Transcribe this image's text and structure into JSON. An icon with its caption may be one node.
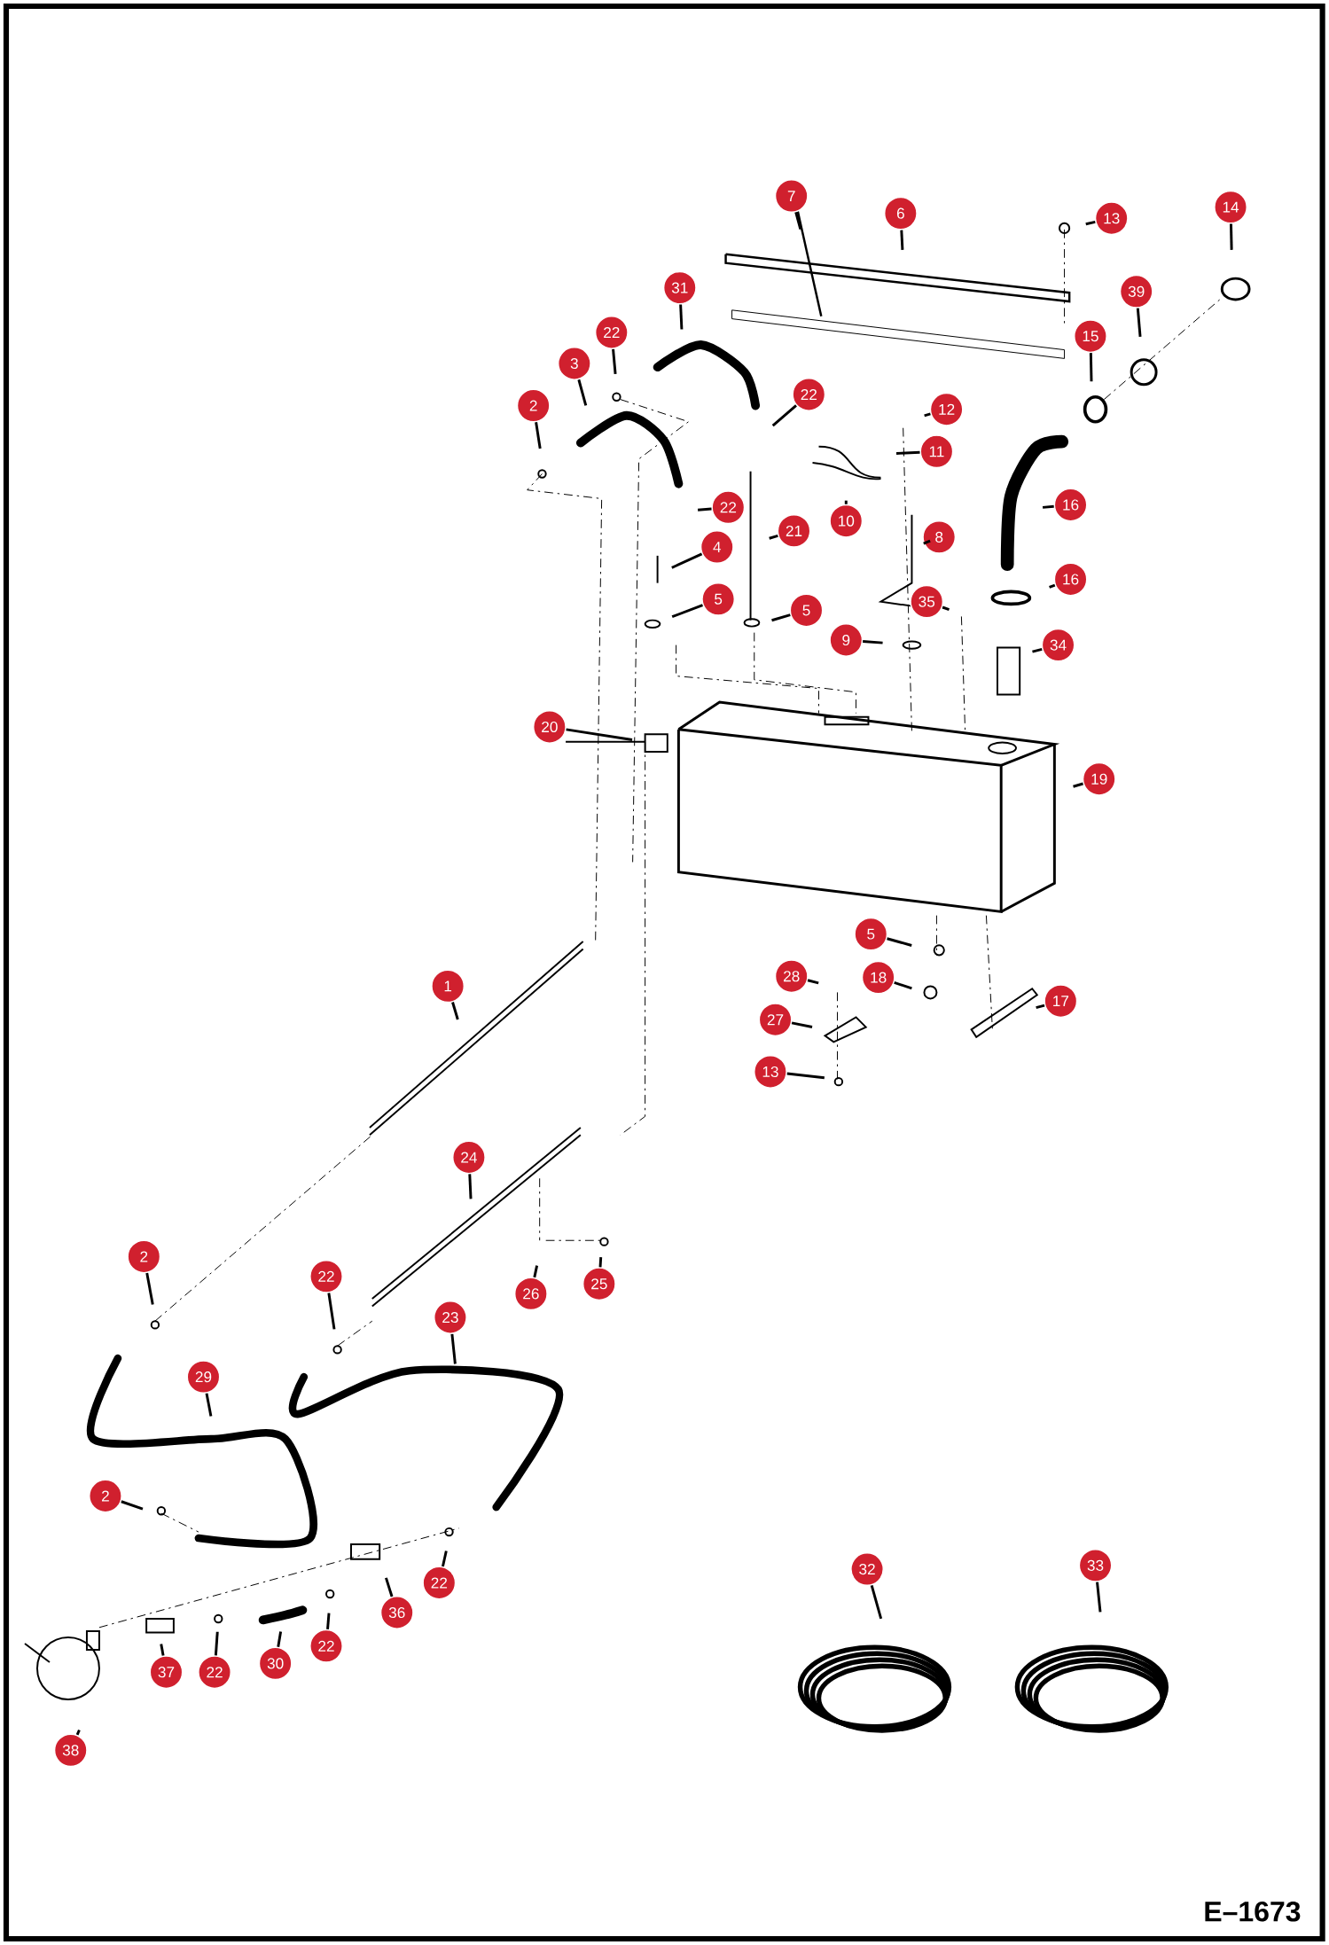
{
  "diagram": {
    "nodes": [
      {
        "text": [
          "7"
        ]
      },
      {
        "text": [
          "14"
        ]
      },
      {
        "text": [
          "6"
        ]
      },
      {
        "text": [
          "13"
        ]
      },
      {
        "text": [
          "31"
        ]
      },
      {
        "text": [
          "39"
        ]
      },
      {
        "text": [
          "22"
        ]
      },
      {
        "text": [
          "15"
        ]
      },
      {
        "text": [
          "3"
        ]
      },
      {
        "text": [
          "22"
        ]
      },
      {
        "text": [
          "2"
        ]
      },
      {
        "text": [
          "12"
        ]
      },
      {
        "text": [
          "11"
        ]
      },
      {
        "text": [
          "16"
        ]
      },
      {
        "text": [
          "22"
        ]
      },
      {
        "text": [
          "10"
        ]
      },
      {
        "text": [
          "21"
        ]
      },
      {
        "text": [
          "8"
        ]
      },
      {
        "text": [
          "4"
        ]
      },
      {
        "text": [
          "16"
        ]
      },
      {
        "text": [
          "5"
        ]
      },
      {
        "text": [
          "35"
        ]
      },
      {
        "text": [
          "5"
        ]
      },
      {
        "text": [
          "9"
        ]
      },
      {
        "text": [
          "34"
        ]
      },
      {
        "text": [
          "20"
        ]
      },
      {
        "text": [
          "19"
        ]
      },
      {
        "text": [
          "5"
        ]
      },
      {
        "text": [
          "28"
        ]
      },
      {
        "text": [
          "18"
        ]
      },
      {
        "text": [
          "1"
        ]
      },
      {
        "text": [
          "17"
        ]
      },
      {
        "text": [
          "27"
        ]
      },
      {
        "text": [
          "13"
        ]
      },
      {
        "text": [
          "24"
        ]
      },
      {
        "text": [
          "2"
        ]
      },
      {
        "text": [
          "22"
        ]
      },
      {
        "text": [
          "25"
        ]
      },
      {
        "text": [
          "26"
        ]
      },
      {
        "text": [
          "23"
        ]
      },
      {
        "text": [
          "29"
        ]
      },
      {
        "text": [
          "2"
        ]
      },
      {
        "text": [
          "33"
        ]
      },
      {
        "text": [
          "32"
        ]
      },
      {
        "text": [
          "22"
        ]
      },
      {
        "text": [
          "36"
        ]
      },
      {
        "text": [
          "22"
        ]
      },
      {
        "text": [
          "30"
        ]
      },
      {
        "text": [
          "37"
        ]
      },
      {
        "text": [
          "22"
        ]
      },
      {
        "text": [
          "38"
        ]
      }
    ],
    "edges": [
      {
        "from": 0,
        "to": null,
        "arrow": "none"
      },
      {
        "from": 1,
        "to": null,
        "arrow": "none"
      },
      {
        "from": 2,
        "to": null,
        "arrow": "none"
      },
      {
        "from": 3,
        "to": null,
        "arrow": "none"
      },
      {
        "from": 4,
        "to": null,
        "arrow": "none"
      },
      {
        "from": 5,
        "to": null,
        "arrow": "none"
      },
      {
        "from": 6,
        "to": null,
        "arrow": "none"
      },
      {
        "from": 7,
        "to": null,
        "arrow": "none"
      },
      {
        "from": 8,
        "to": null,
        "arrow": "none"
      },
      {
        "from": 9,
        "to": null,
        "arrow": "none"
      },
      {
        "from": 10,
        "to": null,
        "arrow": "none"
      },
      {
        "from": 11,
        "to": null,
        "arrow": "none"
      },
      {
        "from": 12,
        "to": null,
        "arrow": "none"
      },
      {
        "from": 13,
        "to": null,
        "arrow": "none"
      },
      {
        "from": 14,
        "to": null,
        "arrow": "none"
      },
      {
        "from": 15,
        "to": null,
        "arrow": "none"
      },
      {
        "from": 16,
        "to": null,
        "arrow": "none"
      },
      {
        "from": 17,
        "to": null,
        "arrow": "none"
      },
      {
        "from": 18,
        "to": null,
        "arrow": "none"
      },
      {
        "from": 19,
        "to": null,
        "arrow": "none"
      },
      {
        "from": 20,
        "to": null,
        "arrow": "none"
      },
      {
        "from": 21,
        "to": null,
        "arrow": "none"
      },
      {
        "from": 22,
        "to": null,
        "arrow": "none"
      },
      {
        "from": 23,
        "to": null,
        "arrow": "none"
      },
      {
        "from": 24,
        "to": null,
        "arrow": "none"
      },
      {
        "from": 25,
        "to": null,
        "arrow": "none"
      },
      {
        "from": 26,
        "to": null,
        "arrow": "none"
      },
      {
        "from": 27,
        "to": null,
        "arrow": "none"
      },
      {
        "from": 28,
        "to": null,
        "arrow": "none"
      },
      {
        "from": 29,
        "to": null,
        "arrow": "none"
      },
      {
        "from": 30,
        "to": null,
        "arrow": "none"
      },
      {
        "from": 31,
        "to": null,
        "arrow": "none"
      },
      {
        "from": 32,
        "to": null,
        "arrow": "none"
      },
      {
        "from": 33,
        "to": null,
        "arrow": "none"
      },
      {
        "from": 34,
        "to": null,
        "arrow": "none"
      },
      {
        "from": 35,
        "to": null,
        "arrow": "none"
      },
      {
        "from": 36,
        "to": null,
        "arrow": "none"
      },
      {
        "from": 37,
        "to": null,
        "arrow": "none"
      },
      {
        "from": 38,
        "to": null,
        "arrow": "none"
      },
      {
        "from": 39,
        "to": null,
        "arrow": "none"
      },
      {
        "from": 40,
        "to": null,
        "arrow": "none"
      },
      {
        "from": 41,
        "to": null,
        "arrow": "none"
      },
      {
        "from": 42,
        "to": null,
        "arrow": "none"
      },
      {
        "from": 43,
        "to": null,
        "arrow": "none"
      },
      {
        "from": 44,
        "to": null,
        "arrow": "none"
      },
      {
        "from": 45,
        "to": null,
        "arrow": "none"
      },
      {
        "from": 46,
        "to": null,
        "arrow": "none"
      },
      {
        "from": 47,
        "to": null,
        "arrow": "none"
      },
      {
        "from": 48,
        "to": null,
        "arrow": "none"
      },
      {
        "from": 49,
        "to": null,
        "arrow": "none"
      },
      {
        "from": 50,
        "to": null,
        "arrow": "none"
      }
    ],
    "labels": [
      "E–1673"
    ]
  }
}
